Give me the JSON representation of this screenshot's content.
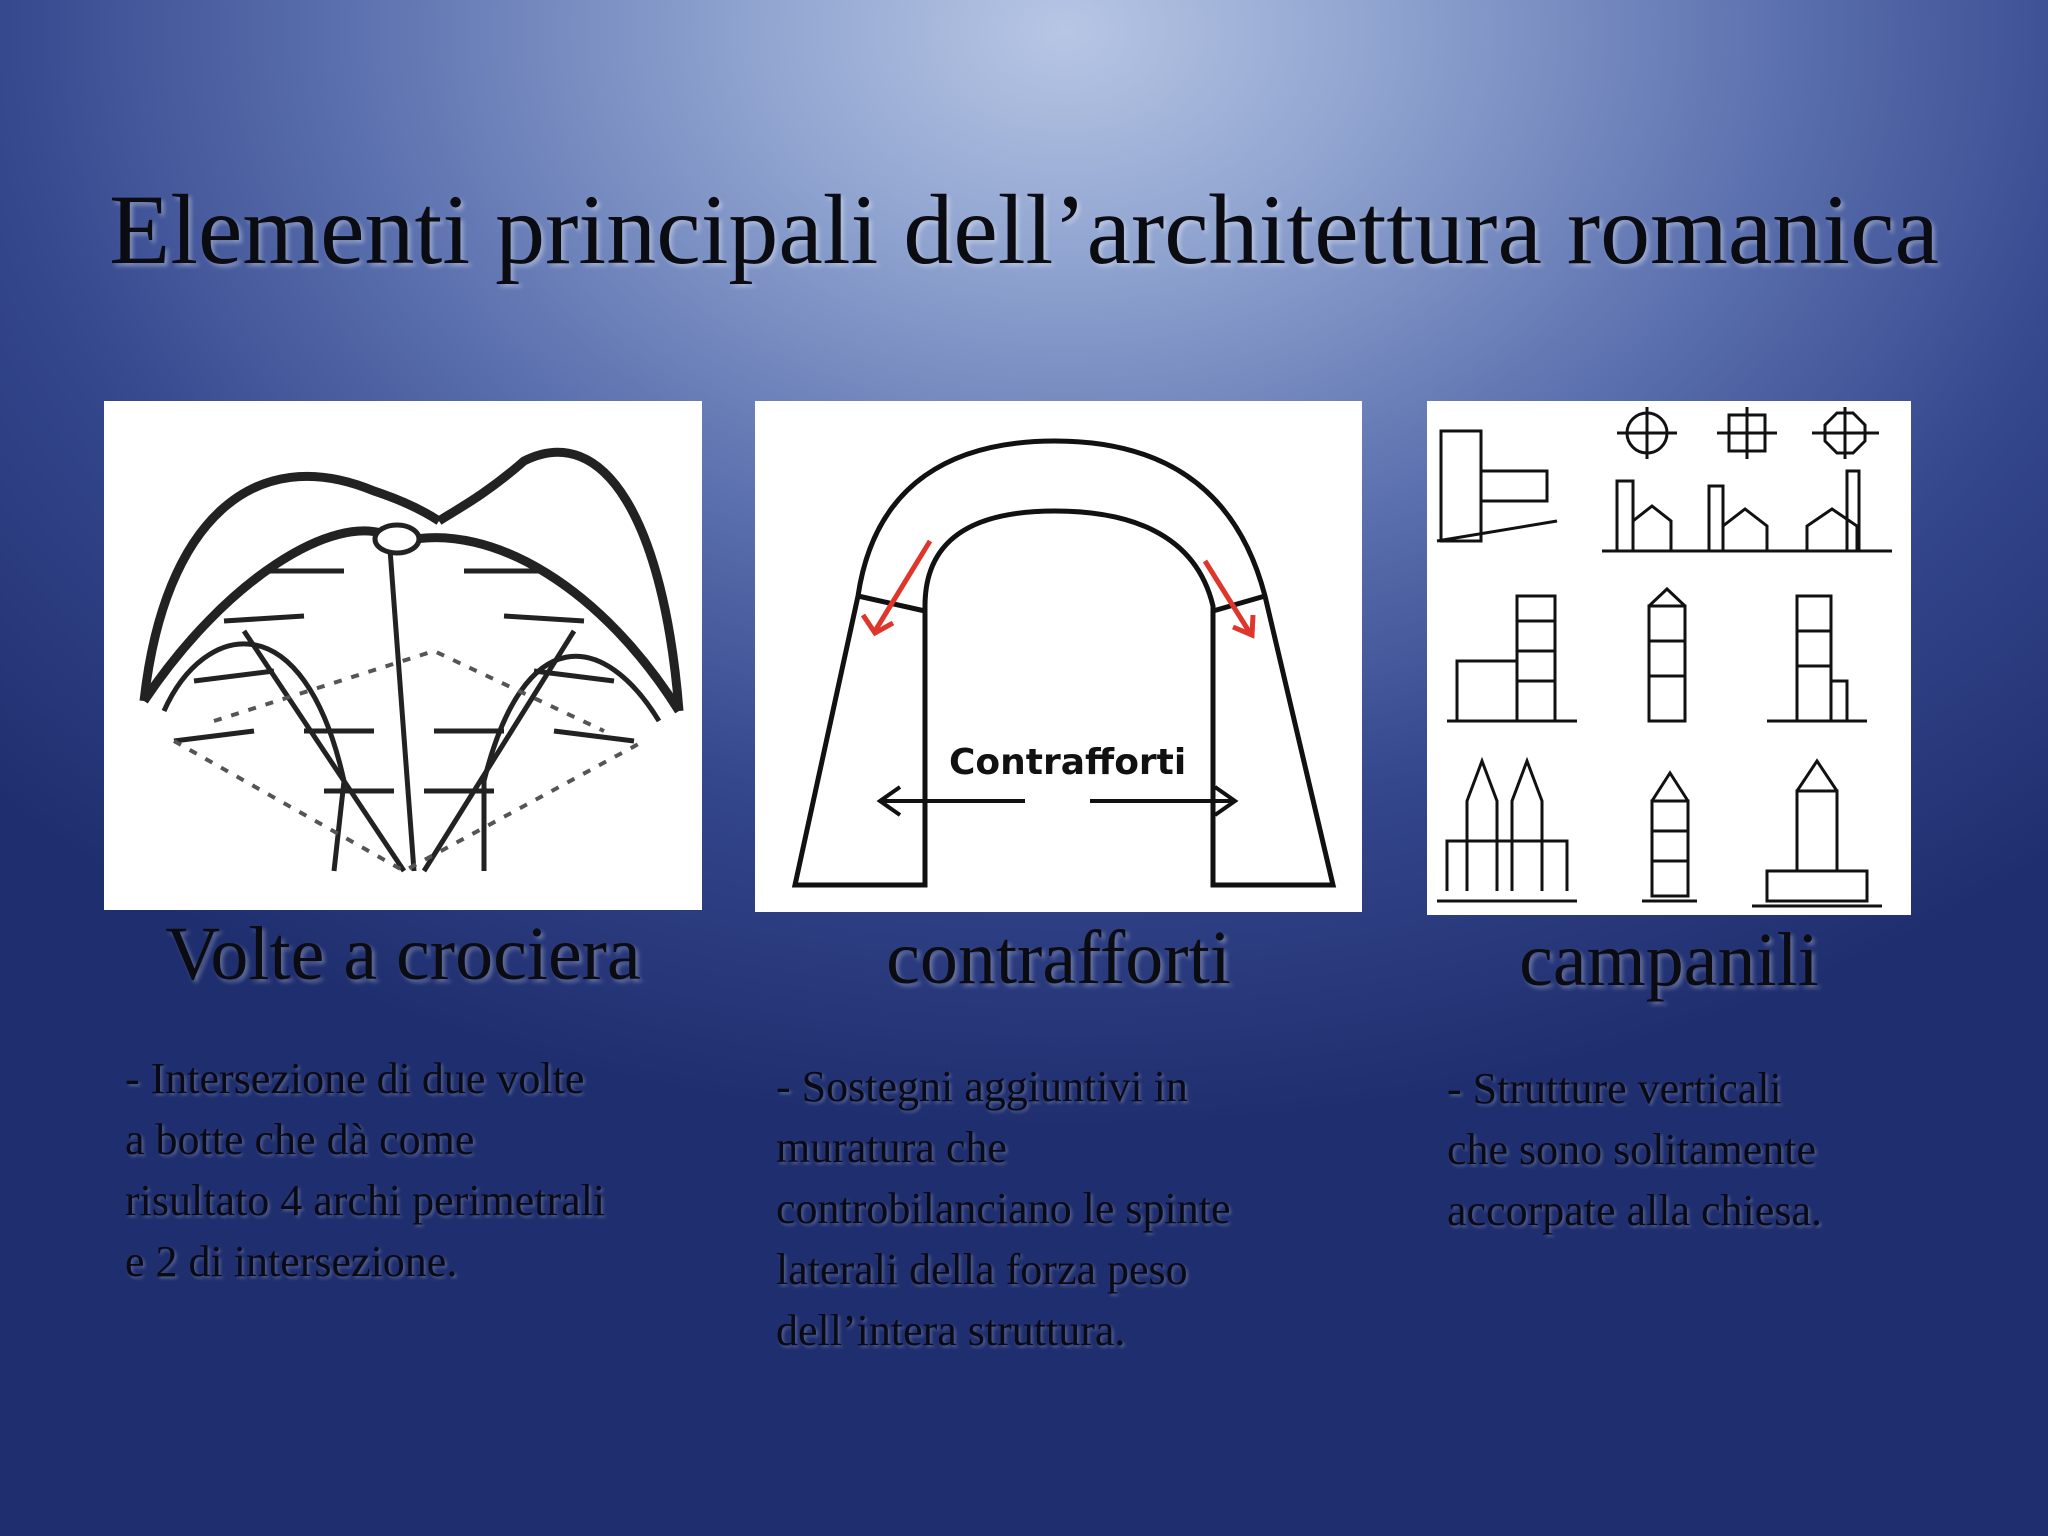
{
  "slide": {
    "title": "Elementi principali dell’architettura romanica"
  },
  "cards": [
    {
      "caption": "Volte a crociera",
      "image_icon": "cross-vault-drawing",
      "lines": [
        "- Intersezione di due volte",
        "a botte che dà come",
        "risultato 4 archi perimetrali",
        "e 2 di intersezione."
      ]
    },
    {
      "caption": "contrafforti",
      "image_icon": "buttress-arch-diagram",
      "image_label": "Contrafforti",
      "lines": [
        "- Sostegni aggiuntivi in",
        "muratura che",
        "controbilanciano le spinte",
        "laterali della forza peso",
        "dell’intera struttura."
      ]
    },
    {
      "caption": "campanili",
      "image_icon": "bell-towers-sketches",
      "lines": [
        "- Strutture verticali",
        "che sono solitamente",
        "accorpate alla chiesa."
      ]
    }
  ],
  "colors": {
    "arrow_red": "#e0352b",
    "background_light": "#b7c6e4",
    "background_dark": "#1f2e6e"
  }
}
